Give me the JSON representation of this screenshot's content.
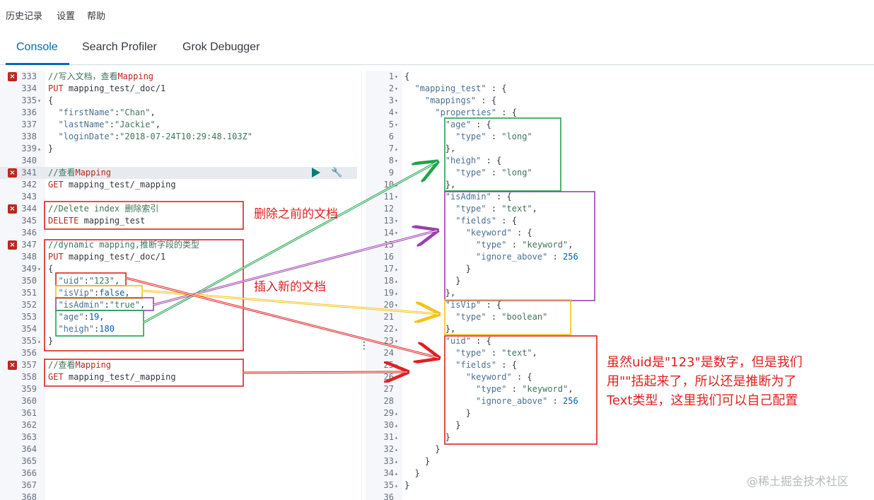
{
  "menu": {
    "history": "历史记录",
    "settings": "设置",
    "help": "帮助"
  },
  "tabs": [
    {
      "label": "Console"
    },
    {
      "label": "Search Profiler"
    },
    {
      "label": "Grok Debugger"
    }
  ],
  "left_editor": {
    "lines": [
      {
        "n": "333",
        "err": true,
        "fold": "",
        "text": "//写入文档，查看",
        "accent": "Mapping",
        "cls": "c-comment"
      },
      {
        "n": "334",
        "err": false,
        "fold": "",
        "method": "PUT",
        "text": " mapping_test/_doc/1"
      },
      {
        "n": "335",
        "err": false,
        "fold": "▾",
        "text": "{",
        "cls": "c-plain"
      },
      {
        "n": "336",
        "err": false,
        "fold": "",
        "key": "\"firstName\"",
        "val": "\"Chan\"",
        "tail": ","
      },
      {
        "n": "337",
        "err": false,
        "fold": "",
        "key": "\"lastName\"",
        "val": "\"Jackie\"",
        "tail": ","
      },
      {
        "n": "338",
        "err": false,
        "fold": "",
        "key": "\"loginDate\"",
        "val": "\"2018-07-24T10:29:48.103Z\"",
        "tail": ""
      },
      {
        "n": "339",
        "err": false,
        "fold": "▴",
        "text": "}",
        "cls": "c-plain"
      },
      {
        "n": "340",
        "err": false,
        "fold": "",
        "text": ""
      },
      {
        "n": "341",
        "err": true,
        "fold": "",
        "text": "//查看",
        "accent": "Mapping",
        "cls": "c-comment",
        "active": true
      },
      {
        "n": "342",
        "err": false,
        "fold": "",
        "method": "GET",
        "text": " mapping_test/_mapping"
      },
      {
        "n": "343",
        "err": false,
        "fold": "",
        "text": ""
      },
      {
        "n": "344",
        "err": true,
        "fold": "",
        "text": "//Delete index 删除索引",
        "cls": "c-comment"
      },
      {
        "n": "345",
        "err": false,
        "fold": "",
        "method": "DELETE",
        "text": " mapping_test"
      },
      {
        "n": "346",
        "err": false,
        "fold": "",
        "text": ""
      },
      {
        "n": "347",
        "err": true,
        "fold": "",
        "text": "//dynamic mapping,推断字段的类型",
        "cls": "c-comment"
      },
      {
        "n": "348",
        "err": false,
        "fold": "",
        "method": "PUT",
        "text": " mapping_test/_doc/1"
      },
      {
        "n": "349",
        "err": false,
        "fold": "▾",
        "text": "{",
        "cls": "c-plain"
      },
      {
        "n": "350",
        "err": false,
        "fold": "",
        "key": "\"uid\"",
        "val": "\"123\"",
        "tail": ","
      },
      {
        "n": "351",
        "err": false,
        "fold": "",
        "key": "\"isVip\"",
        "num": "false",
        "tail": ","
      },
      {
        "n": "352",
        "err": false,
        "fold": "",
        "key": "\"isAdmin\"",
        "val": "\"true\"",
        "tail": ","
      },
      {
        "n": "353",
        "err": false,
        "fold": "",
        "key": "\"age\"",
        "num": "19",
        "tail": ","
      },
      {
        "n": "354",
        "err": false,
        "fold": "",
        "key": "\"heigh\"",
        "num": "180",
        "tail": ""
      },
      {
        "n": "355",
        "err": false,
        "fold": "▴",
        "text": "}",
        "cls": "c-plain"
      },
      {
        "n": "356",
        "err": false,
        "fold": "",
        "text": ""
      },
      {
        "n": "357",
        "err": true,
        "fold": "",
        "text": "//查看",
        "accent": "Mapping",
        "cls": "c-comment"
      },
      {
        "n": "358",
        "err": false,
        "fold": "",
        "method": "GET",
        "text": " mapping_test/_mapping"
      },
      {
        "n": "359",
        "err": false,
        "fold": "",
        "text": ""
      },
      {
        "n": "360",
        "err": false,
        "fold": "",
        "text": ""
      },
      {
        "n": "361",
        "err": false,
        "fold": "",
        "text": ""
      },
      {
        "n": "362",
        "err": false,
        "fold": "",
        "text": ""
      },
      {
        "n": "363",
        "err": false,
        "fold": "",
        "text": ""
      },
      {
        "n": "364",
        "err": false,
        "fold": "",
        "text": ""
      },
      {
        "n": "365",
        "err": false,
        "fold": "",
        "text": ""
      },
      {
        "n": "366",
        "err": false,
        "fold": "",
        "text": ""
      },
      {
        "n": "367",
        "err": false,
        "fold": "",
        "text": ""
      },
      {
        "n": "368",
        "err": false,
        "fold": "",
        "text": ""
      }
    ]
  },
  "right_editor": {
    "lines": [
      {
        "n": "1",
        "fold": "▾",
        "ind": 0,
        "text": "{"
      },
      {
        "n": "2",
        "fold": "▾",
        "ind": 1,
        "key": "\"mapping_test\"",
        "tail": " : {"
      },
      {
        "n": "3",
        "fold": "▾",
        "ind": 2,
        "key": "\"mappings\"",
        "tail": " : {"
      },
      {
        "n": "4",
        "fold": "▾",
        "ind": 3,
        "key": "\"properties\"",
        "tail": " : {"
      },
      {
        "n": "5",
        "fold": "▾",
        "ind": 4,
        "key": "\"age\"",
        "tail": " : {"
      },
      {
        "n": "6",
        "fold": "",
        "ind": 5,
        "key": "\"type\"",
        "mid": " : ",
        "val": "\"long\""
      },
      {
        "n": "7",
        "fold": "▴",
        "ind": 4,
        "text": "},"
      },
      {
        "n": "8",
        "fold": "▾",
        "ind": 4,
        "key": "\"heigh\"",
        "tail": " : {"
      },
      {
        "n": "9",
        "fold": "",
        "ind": 5,
        "key": "\"type\"",
        "mid": " : ",
        "val": "\"long\""
      },
      {
        "n": "10",
        "fold": "▴",
        "ind": 4,
        "text": "},"
      },
      {
        "n": "11",
        "fold": "▾",
        "ind": 4,
        "key": "\"isAdmin\"",
        "tail": " : {"
      },
      {
        "n": "12",
        "fold": "",
        "ind": 5,
        "key": "\"type\"",
        "mid": " : ",
        "val": "\"text\"",
        "tail": ","
      },
      {
        "n": "13",
        "fold": "▾",
        "ind": 5,
        "key": "\"fields\"",
        "tail": " : {"
      },
      {
        "n": "14",
        "fold": "▾",
        "ind": 6,
        "key": "\"keyword\"",
        "tail": " : {"
      },
      {
        "n": "15",
        "fold": "",
        "ind": 7,
        "key": "\"type\"",
        "mid": " : ",
        "val": "\"keyword\"",
        "tail": ","
      },
      {
        "n": "16",
        "fold": "",
        "ind": 7,
        "key": "\"ignore_above\"",
        "mid": " : ",
        "num": "256"
      },
      {
        "n": "17",
        "fold": "▴",
        "ind": 6,
        "text": "}"
      },
      {
        "n": "18",
        "fold": "▴",
        "ind": 5,
        "text": "}"
      },
      {
        "n": "19",
        "fold": "▴",
        "ind": 4,
        "text": "},"
      },
      {
        "n": "20",
        "fold": "▾",
        "ind": 4,
        "key": "\"isVip\"",
        "tail": " : {"
      },
      {
        "n": "21",
        "fold": "",
        "ind": 5,
        "key": "\"type\"",
        "mid": " : ",
        "val": "\"boolean\""
      },
      {
        "n": "22",
        "fold": "▴",
        "ind": 4,
        "text": "},"
      },
      {
        "n": "23",
        "fold": "▾",
        "ind": 4,
        "key": "\"uid\"",
        "tail": " : {"
      },
      {
        "n": "24",
        "fold": "",
        "ind": 5,
        "key": "\"type\"",
        "mid": " : ",
        "val": "\"text\"",
        "tail": ","
      },
      {
        "n": "25",
        "fold": "▾",
        "ind": 5,
        "key": "\"fields\"",
        "tail": " : {"
      },
      {
        "n": "26",
        "fold": "▾",
        "ind": 6,
        "key": "\"keyword\"",
        "tail": " : {"
      },
      {
        "n": "27",
        "fold": "",
        "ind": 7,
        "key": "\"type\"",
        "mid": " : ",
        "val": "\"keyword\"",
        "tail": ","
      },
      {
        "n": "28",
        "fold": "",
        "ind": 7,
        "key": "\"ignore_above\"",
        "mid": " : ",
        "num": "256"
      },
      {
        "n": "29",
        "fold": "▴",
        "ind": 6,
        "text": "}"
      },
      {
        "n": "30",
        "fold": "▴",
        "ind": 5,
        "text": "}"
      },
      {
        "n": "31",
        "fold": "▴",
        "ind": 4,
        "text": "}"
      },
      {
        "n": "32",
        "fold": "▴",
        "ind": 3,
        "text": "}"
      },
      {
        "n": "33",
        "fold": "▴",
        "ind": 2,
        "text": "}"
      },
      {
        "n": "34",
        "fold": "▴",
        "ind": 1,
        "text": "}"
      },
      {
        "n": "35",
        "fold": "▴",
        "ind": 0,
        "text": "}"
      },
      {
        "n": "36",
        "fold": "",
        "ind": 0,
        "text": ""
      }
    ]
  },
  "annotations": {
    "delete_note": "删除之前的文档",
    "insert_note": "插入新的文档",
    "uid_note_1": "虽然uid是\"123\"是数字，但是我们",
    "uid_note_2": "用\"\"括起来了，所以还是推断为了",
    "uid_note_3": "Text类型，这里我们可以自己配置"
  },
  "colors": {
    "red": "#e02020",
    "green": "#1ea34a",
    "purple": "#9b3fb0",
    "yellow": "#f2c31b",
    "accent": "#006bb4"
  },
  "watermark": "@稀土掘金技术社区"
}
